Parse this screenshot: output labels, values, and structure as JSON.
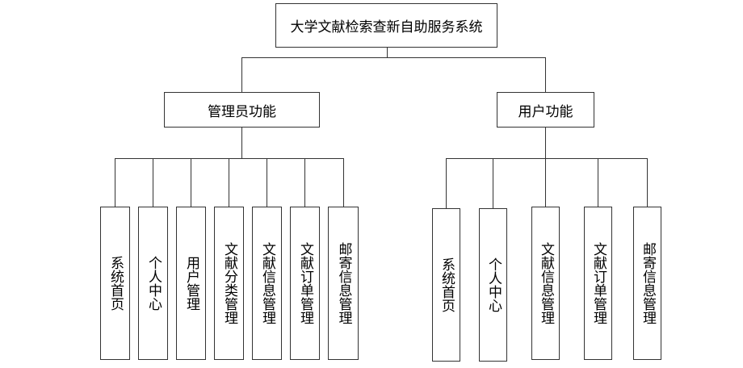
{
  "root": {
    "label": "大学文献检索查新自助服务系统"
  },
  "groups": [
    {
      "label": "管理员功能",
      "items": [
        "系统首页",
        "个人中心",
        "用户管理",
        "文献分类管理",
        "文献信息管理",
        "文献订单管理",
        "邮寄信息管理"
      ]
    },
    {
      "label": "用户功能",
      "items": [
        "系统首页",
        "个人中心",
        "文献信息管理",
        "文献订单管理",
        "邮寄信息管理"
      ]
    }
  ]
}
